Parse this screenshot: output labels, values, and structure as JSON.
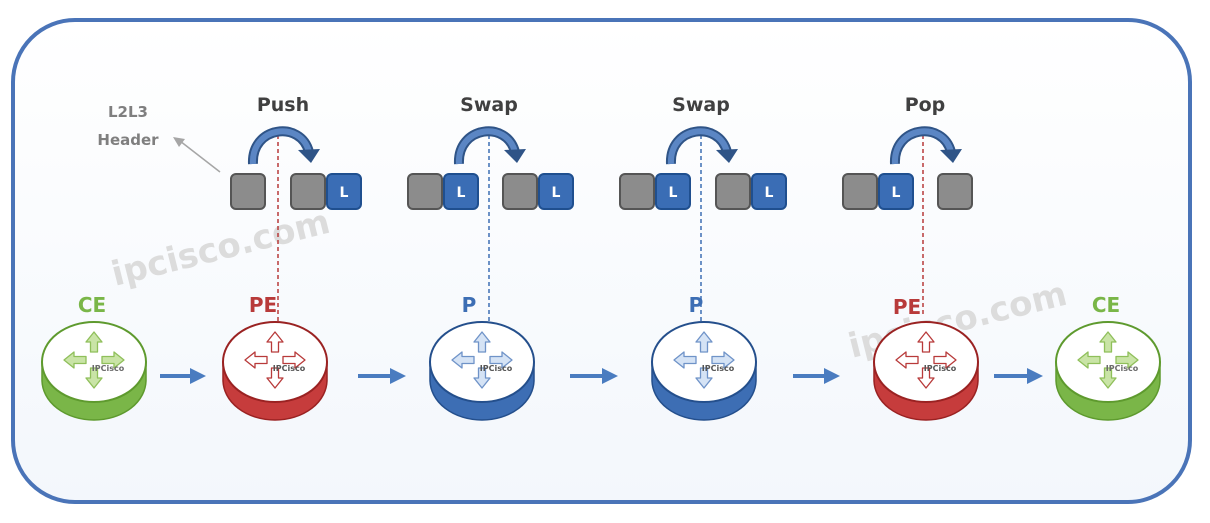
{
  "header_label": {
    "line1": "L2L3",
    "line2": "Header"
  },
  "operations": [
    {
      "label": "Push"
    },
    {
      "label": "Swap"
    },
    {
      "label": "Swap"
    },
    {
      "label": "Pop"
    }
  ],
  "label_tag": "L",
  "routers": [
    {
      "role": "CE",
      "type": "ce",
      "color": "#7ab648"
    },
    {
      "role": "PE",
      "type": "pe",
      "color": "#b83a3a"
    },
    {
      "role": "P",
      "type": "p",
      "color": "#3d6eb4"
    },
    {
      "role": "P",
      "type": "p",
      "color": "#3d6eb4"
    },
    {
      "role": "PE",
      "type": "pe",
      "color": "#b83a3a"
    },
    {
      "role": "CE",
      "type": "ce",
      "color": "#7ab648"
    }
  ],
  "router_brand": "IPCisco",
  "watermarks": [
    "ipcisco.com",
    "ipcisco.com"
  ],
  "colors": {
    "frame_border": "#4a74b8",
    "flow_arrow": "#4a7cc0",
    "packet_gray": "#8c8c8c",
    "label_blue": "#3a6db5"
  }
}
